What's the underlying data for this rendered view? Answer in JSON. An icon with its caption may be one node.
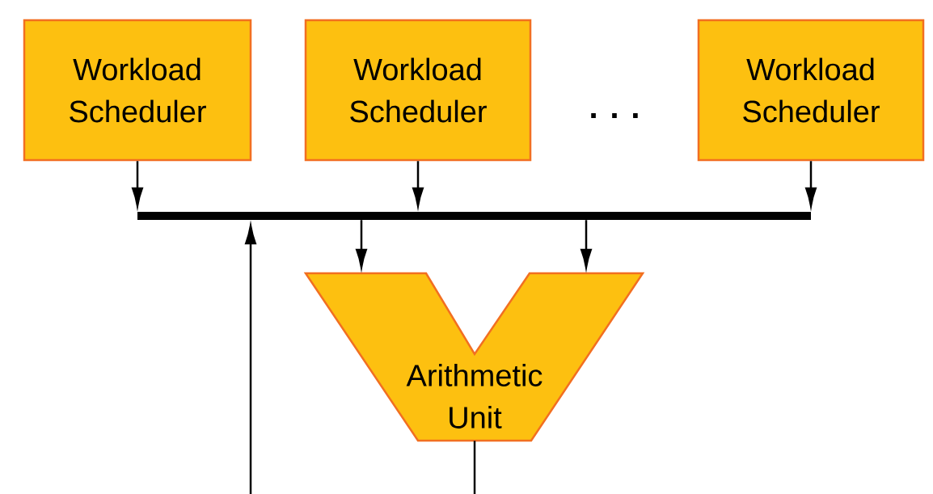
{
  "diagram": {
    "nodes": [
      {
        "text": [
          "Workload Scheduler"
        ]
      },
      {
        "text": [
          "Workload Scheduler"
        ]
      },
      {
        "text": [
          "Workload Scheduler"
        ]
      },
      {
        "text": [],
        "shape": "bar"
      },
      {
        "text": [
          "Arithmetic Unit"
        ]
      }
    ],
    "edges": [
      {
        "from": 0,
        "to": 3,
        "arrow": "to"
      },
      {
        "from": 1,
        "to": 3,
        "arrow": "to"
      },
      {
        "from": 2,
        "to": 3,
        "arrow": "to"
      },
      {
        "from": 3,
        "to": 4,
        "arrow": "to"
      },
      {
        "from": 3,
        "to": 4,
        "arrow": "to"
      },
      {
        "from": null,
        "to": 3,
        "arrow": "to"
      },
      {
        "from": 4,
        "to": null,
        "arrow": "none"
      }
    ],
    "labels": [
      ". . ."
    ]
  }
}
